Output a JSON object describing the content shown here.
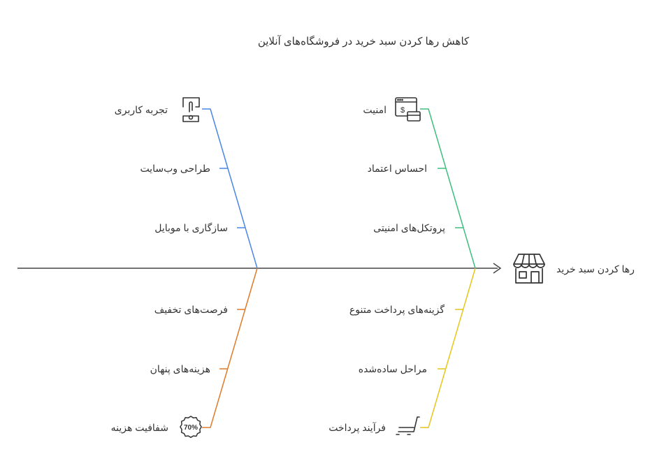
{
  "title": "کاهش رها کردن سبد خرید در فروشگاه‌های آنلاین",
  "effect": {
    "label": "رها کردن سبد خرید",
    "icon": "storefront-icon"
  },
  "categories": [
    {
      "name": "تجربه کاربری",
      "icon": "touch-screen-icon",
      "color": "#4a86e8",
      "causes": [
        "طراحی وب‌سایت",
        "سازگاری با موبایل"
      ]
    },
    {
      "name": "امنیت",
      "icon": "secure-payment-icon",
      "color": "#3cbf7c",
      "causes": [
        "احساس اعتماد",
        "پروتکل‌های امنیتی"
      ]
    },
    {
      "name": "شفافیت هزینه",
      "icon": "discount-badge-icon",
      "color": "#e07b2a",
      "causes": [
        "فرصت‌های تخفیف",
        "هزینه‌های پنهان"
      ]
    },
    {
      "name": "فرآیند پرداخت",
      "icon": "shopping-cart-icon",
      "color": "#e6c619",
      "causes": [
        "گزینه‌های پرداخت متنوع",
        "مراحل ساده‌شده"
      ]
    }
  ],
  "colors": {
    "spine": "#444444",
    "text": "#333333"
  },
  "badge_text": "70%"
}
